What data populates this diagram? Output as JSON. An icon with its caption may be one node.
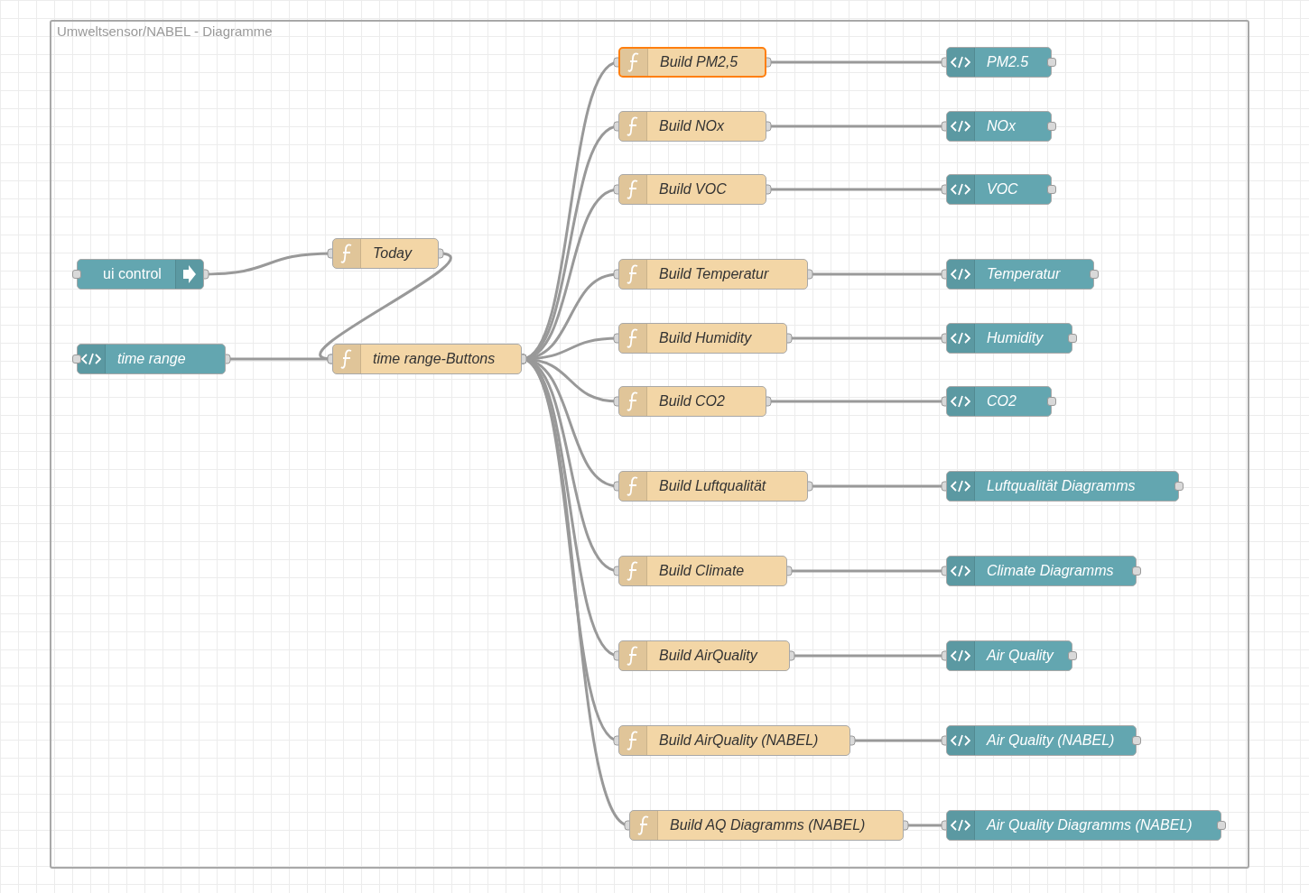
{
  "diagram": {
    "nodes": [
      {
        "text": [
          "Umweltsensor/NABEL - Diagramme"
        ]
      },
      {
        "text": [
          "ui control"
        ],
        "in": 0
      },
      {
        "text": [
          "Today"
        ],
        "in": 0
      },
      {
        "text": [
          "time range"
        ],
        "in": 0
      },
      {
        "text": [
          "time range-Buttons"
        ],
        "in": 0
      },
      {
        "text": [
          "Build PM2,5"
        ],
        "in": 0
      },
      {
        "text": [
          "Build NOx"
        ],
        "in": 0
      },
      {
        "text": [
          "Build VOC"
        ],
        "in": 0
      },
      {
        "text": [
          "Build Temperatur"
        ],
        "in": 0
      },
      {
        "text": [
          "Build Humidity"
        ],
        "in": 0
      },
      {
        "text": [
          "Build CO2"
        ],
        "in": 0
      },
      {
        "text": [
          "Build Luftqualität"
        ],
        "in": 0
      },
      {
        "text": [
          "Build Climate"
        ],
        "in": 0
      },
      {
        "text": [
          "Build AirQuality"
        ],
        "in": 0
      },
      {
        "text": [
          "Build AirQuality (NABEL)"
        ],
        "in": 0
      },
      {
        "text": [
          "Build AQ Diagramms (NABEL)"
        ],
        "in": 0
      },
      {
        "text": [
          "PM2.5"
        ],
        "in": 0
      },
      {
        "text": [
          "NOx"
        ],
        "in": 0
      },
      {
        "text": [
          "VOC"
        ],
        "in": 0
      },
      {
        "text": [
          "Temperatur"
        ],
        "in": 0
      },
      {
        "text": [
          "Humidity"
        ],
        "in": 0
      },
      {
        "text": [
          "CO2"
        ],
        "in": 0
      },
      {
        "text": [
          "Luftqualität Diagramms"
        ],
        "in": 0
      },
      {
        "text": [
          "Climate Diagramms"
        ],
        "in": 0
      },
      {
        "text": [
          "Air Quality"
        ],
        "in": 0
      },
      {
        "text": [
          "Air Quality (NABEL)"
        ],
        "in": 0
      },
      {
        "text": [
          "Air Quality Diagramms (NABEL)"
        ],
        "in": 0
      }
    ],
    "edges": [
      {
        "from": 1,
        "to": 2,
        "arrow": "other"
      },
      {
        "from": 2,
        "to": 4,
        "arrow": "other"
      },
      {
        "from": 3,
        "to": 4,
        "arrow": "other"
      },
      {
        "from": 4,
        "to": 5,
        "arrow": "other"
      },
      {
        "from": 4,
        "to": 6,
        "arrow": "other"
      },
      {
        "from": 4,
        "to": 7,
        "arrow": "other"
      },
      {
        "from": 4,
        "to": 8,
        "arrow": "other"
      },
      {
        "from": 4,
        "to": 9,
        "arrow": "other"
      },
      {
        "from": 4,
        "to": 10,
        "arrow": "other"
      },
      {
        "from": 4,
        "to": 11,
        "arrow": "other"
      },
      {
        "from": 4,
        "to": 12,
        "arrow": "other"
      },
      {
        "from": 4,
        "to": 13,
        "arrow": "other"
      },
      {
        "from": 4,
        "to": 14,
        "arrow": "other"
      },
      {
        "from": 4,
        "to": 15,
        "arrow": "other"
      },
      {
        "from": 5,
        "to": 16,
        "arrow": "other"
      },
      {
        "from": 6,
        "to": 17,
        "arrow": "other"
      },
      {
        "from": 7,
        "to": 18,
        "arrow": "other"
      },
      {
        "from": 8,
        "to": 19,
        "arrow": "other"
      },
      {
        "from": 9,
        "to": 20,
        "arrow": "other"
      },
      {
        "from": 10,
        "to": 21,
        "arrow": "other"
      },
      {
        "from": 11,
        "to": 22,
        "arrow": "other"
      },
      {
        "from": 12,
        "to": 23,
        "arrow": "other"
      },
      {
        "from": 13,
        "to": 24,
        "arrow": "other"
      },
      {
        "from": 14,
        "to": 25,
        "arrow": "other"
      },
      {
        "from": 15,
        "to": 26,
        "arrow": "other"
      }
    ]
  }
}
